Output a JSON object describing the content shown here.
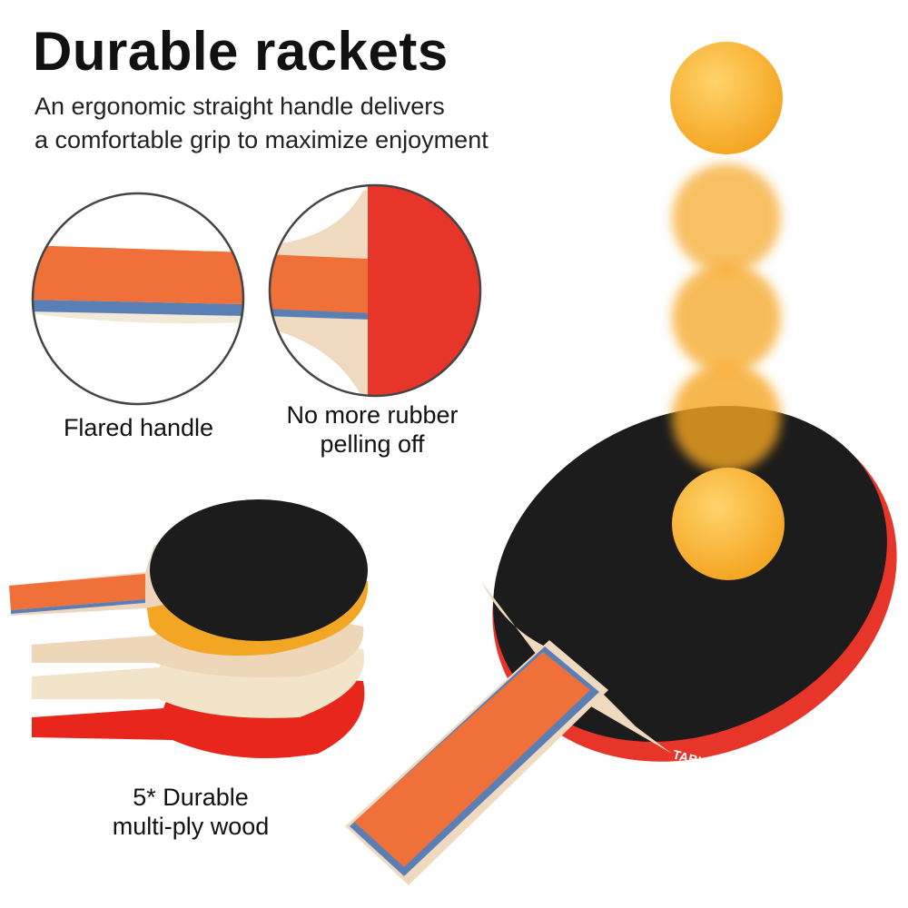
{
  "headline": "Durable rackets",
  "subtitle": {
    "line1": "An ergonomic straight handle delivers",
    "line2": "a comfortable grip to maximize enjoyment"
  },
  "features": [
    {
      "line1": "Flared handle"
    },
    {
      "line1": "No more rubber",
      "line2": "pelling off"
    },
    {
      "line1": "5* Durable",
      "line2": "multi-ply wood"
    }
  ],
  "racket_edge_print": "TABLE TE",
  "colors": {
    "rubber_black": "#1c1c1c",
    "rubber_red": "#e8352a",
    "handle_orange": "#f0703a",
    "wood": "#eed6bd",
    "ball": "#fbb53a"
  }
}
